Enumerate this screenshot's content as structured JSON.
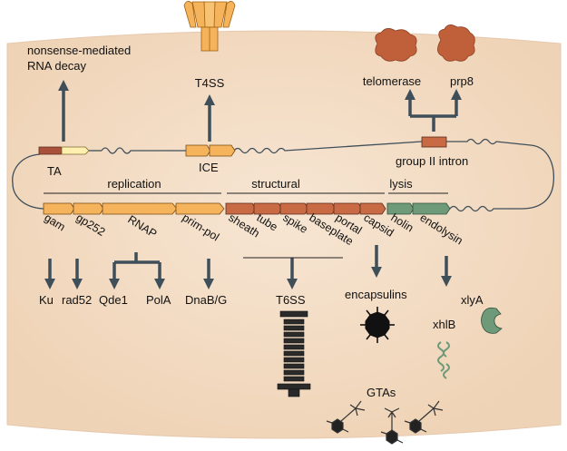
{
  "colors": {
    "cell_fill": "#f3dcc4",
    "cell_edge": "#e6c8ad",
    "arrow": "#3f4f5a",
    "gene_orange": "#f5b35b",
    "gene_rust": "#c86a43",
    "gene_brown": "#a9513b",
    "gene_cream": "#fff0b0",
    "gene_green": "#6f9a7a",
    "protein_rust": "#c0603a",
    "text": "#111111"
  },
  "top": {
    "nmd_line1": "nonsense-mediated",
    "nmd_line2": "RNA decay",
    "t4ss": "T4SS",
    "telomerase": "telomerase",
    "prp8": "prp8"
  },
  "genome": {
    "ta": "TA",
    "ice": "ICE",
    "group_ii_intron": "group II intron"
  },
  "modules": {
    "replication": "replication",
    "structural": "structural",
    "lysis": "lysis"
  },
  "genes": [
    "gam",
    "gp252",
    "RNAP",
    "prim-pol",
    "sheath",
    "tube",
    "spike",
    "baseplate",
    "portal",
    "capsid",
    "holin",
    "endolysin"
  ],
  "products": {
    "ku": "Ku",
    "rad52": "rad52",
    "qde1": "Qde1",
    "pola": "PolA",
    "dnabg": "DnaB/G",
    "t6ss": "T6SS",
    "encapsulins": "encapsulins",
    "xlya": "xlyA",
    "xhlb": "xhlB",
    "gtas": "GTAs"
  }
}
